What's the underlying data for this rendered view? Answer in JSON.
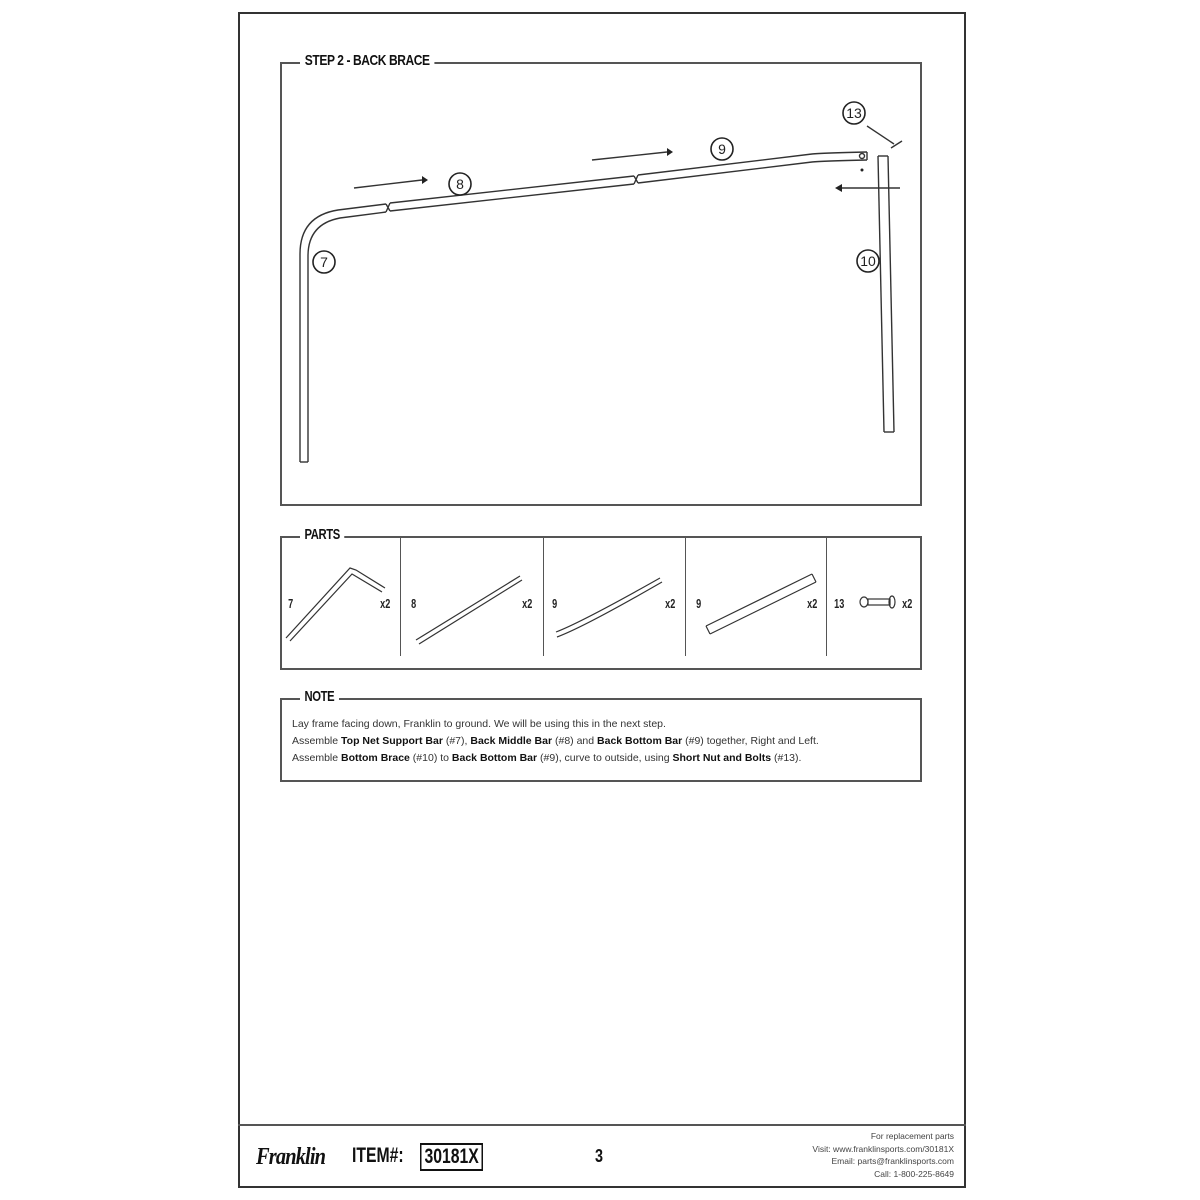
{
  "step": {
    "title": "STEP 2 - BACK BRACE",
    "callouts": [
      {
        "id": "7",
        "label": "7"
      },
      {
        "id": "8",
        "label": "8"
      },
      {
        "id": "9",
        "label": "9"
      },
      {
        "id": "10",
        "label": "10"
      },
      {
        "id": "13",
        "label": "13"
      }
    ]
  },
  "parts": {
    "title": "PARTS",
    "items": [
      {
        "number": "7",
        "qty": "x2",
        "shape": "bent-bar"
      },
      {
        "number": "8",
        "qty": "x2",
        "shape": "straight-bar"
      },
      {
        "number": "9",
        "qty": "x2",
        "shape": "curved-bar"
      },
      {
        "number": "9",
        "qty": "x2",
        "shape": "straight-bar-wide"
      },
      {
        "number": "13",
        "qty": "x2",
        "shape": "bolt"
      }
    ]
  },
  "note": {
    "title": "NOTE",
    "line1": "Lay frame facing down, Franklin to ground. We will be using this in the next step.",
    "line2": {
      "t1": "Assemble ",
      "b1": "Top Net Support Bar",
      "t2": " (#7), ",
      "b2": "Back Middle Bar",
      "t3": " (#8) and ",
      "b3": "Back Bottom Bar",
      "t4": " (#9) together, Right and Left."
    },
    "line3": {
      "t1": "Assemble ",
      "b1": "Bottom Brace",
      "t2": " (#10) to ",
      "b2": "Back Bottom Bar",
      "t3": " (#9), curve to outside, using ",
      "b3": "Short Nut and Bolts",
      "t4": " (#13)."
    }
  },
  "footer": {
    "brand": "Franklin",
    "item_label": "ITEM#:",
    "item_number": "30181X",
    "page_number": "3",
    "contact": {
      "line1": "For replacement parts",
      "line2": "Visit: www.franklinsports.com/30181X",
      "line3": "Email: parts@franklinsports.com",
      "line4": "Call: 1-800-225-8649"
    }
  }
}
